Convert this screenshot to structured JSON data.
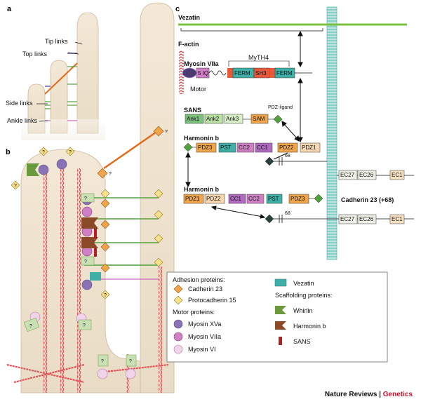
{
  "panels": {
    "a": "a",
    "b": "b",
    "c": "c"
  },
  "panel_a": {
    "tip_links": "Tip links",
    "top_links": "Top links",
    "side_links": "Side links",
    "ankle_links": "Ankle links"
  },
  "panel_b": {
    "question": "?"
  },
  "panel_c": {
    "vezatin": "Vezatin",
    "factin": "F-actin",
    "myosin_viia": "Myosin VIIa",
    "motor": "Motor",
    "mytha4": "MyTH4",
    "myo_domains": [
      "5 IQ",
      "FERM",
      "SH3",
      "FERM"
    ],
    "sans": "SANS",
    "pdz_ligand": "PDZ-ligand",
    "sans_domains": [
      "Ank1",
      "Ank2",
      "Ank3",
      "SAM"
    ],
    "harmonin1": "Harmonin b",
    "harm1_domains": [
      "PDZ3",
      "PST",
      "CC2",
      "CC1",
      "PDZ2",
      "PDZ1"
    ],
    "harmonin2": "Harmonin b",
    "harm2_domains": [
      "PDZ1",
      "PDZ2",
      "CC1",
      "CC2",
      "PST",
      "PDZ3"
    ],
    "exon68": "68",
    "cad_domains": [
      "EC27",
      "EC26",
      "EC1"
    ],
    "cadherin": "Cadherin 23 (+68)",
    "question": "?"
  },
  "legend": {
    "adhesion_title": "Adhesion proteins:",
    "cadherin23": "Cadherin 23",
    "protocadherin15": "Protocadherin 15",
    "motor_title": "Motor proteins:",
    "myosin_xva": "Myosin XVa",
    "myosin_viia": "Myosin VIIa",
    "myosin_vi": "Myosin VI",
    "vezatin": "Vezatin",
    "scaffold_title": "Scaffolding proteins:",
    "whirlin": "Whirlin",
    "harmonin": "Harmonin b",
    "sans": "SANS"
  },
  "credit": {
    "journal": "Nature Reviews",
    "separator": " | ",
    "brand": "Genetics"
  },
  "colors": {
    "cadherin": "#f0a54a",
    "protocadherin": "#f7e08a",
    "myosin_xva": "#8a73b4",
    "myosin_viia": "#cf7fc3",
    "myosin_vi": "#f2d4ea",
    "vezatin": "#3fb0a8",
    "whirlin": "#6a9a3c",
    "harmonin": "#8a4a28",
    "sans": "#b31f24",
    "vezatin_bar": "#7ac142",
    "actin": "#e0545a"
  }
}
